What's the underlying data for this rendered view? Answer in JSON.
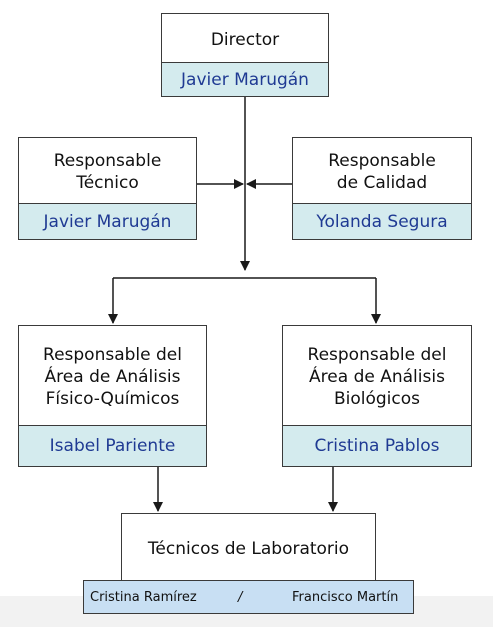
{
  "nodes": {
    "director": {
      "role": "Director",
      "name": "Javier Marugán"
    },
    "tecnico": {
      "role": "Responsable\nTécnico",
      "name": "Javier Marugán"
    },
    "calidad": {
      "role": "Responsable\nde Calidad",
      "name": "Yolanda Segura"
    },
    "fisico": {
      "role": "Responsable del\nÁrea de Análisis\nFísico-Químicos",
      "name": "Isabel Pariente"
    },
    "biologicos": {
      "role": "Responsable del\nÁrea de Análisis\nBiológicos",
      "name": "Cristina Pablos"
    },
    "laboratorio": {
      "role": "Técnicos de Laboratorio",
      "staff": [
        "Cristina Ramírez",
        "Francisco Martín"
      ],
      "separator": "/"
    }
  },
  "colors": {
    "name_band": "#d4ebee",
    "name_text": "#1f3a93",
    "staff_band": "#c8dff3",
    "line": "#1a1a1a"
  }
}
